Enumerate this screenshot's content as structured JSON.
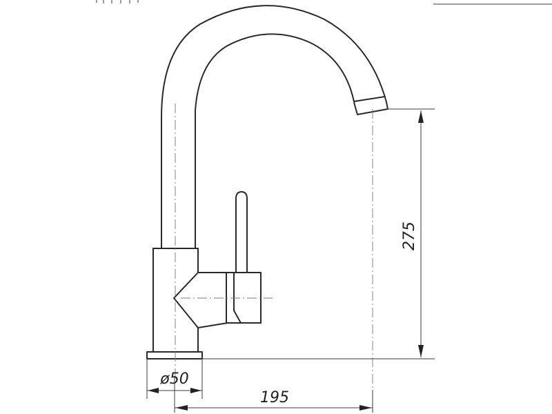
{
  "diagram": {
    "corner_label": "",
    "dimensions": {
      "height": "275",
      "reach": "195",
      "diameter": "ø50"
    }
  }
}
